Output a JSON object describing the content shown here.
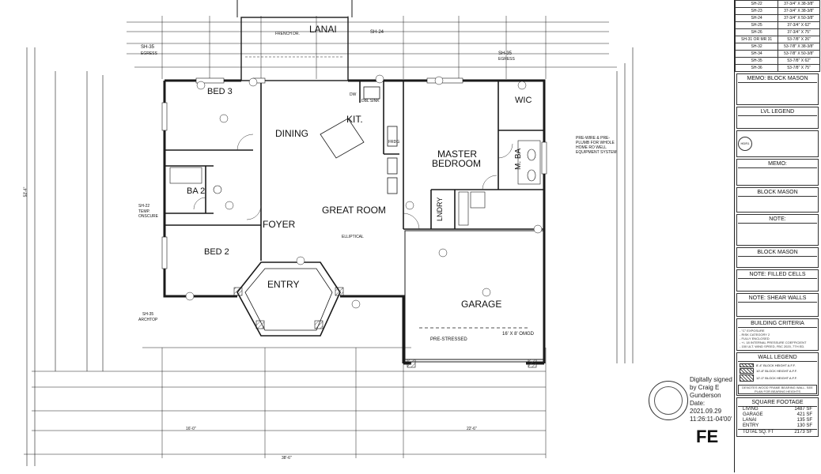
{
  "rooms": {
    "lanai": "LANAI",
    "bed3": "BED 3",
    "dining": "DINING",
    "kit": "KIT.",
    "master": "MASTER",
    "master2": "BEDROOM",
    "wic": "WIC",
    "mba": "M. BA",
    "ba2": "BA 2",
    "great": "GREAT ROOM",
    "foyer": "FOYER",
    "bed2": "BED 2",
    "entry": "ENTRY",
    "laundry": "LNDRY",
    "garage": "GARAGE"
  },
  "labels": {
    "french_dr": "FRENCH DR.",
    "sh24": "SH-24",
    "sh35a": "SH-35",
    "sh35b": "SH-35",
    "egress_a": "EGRESS",
    "egress_b": "EGRESS",
    "sh22": "SH-22",
    "temp_onscure": "TEMP. ONSCURE",
    "sh35c": "SH-35",
    "archtop": "ARCHTOP",
    "prestressed": "PRE-STRESSED",
    "omgd": "16' X 8' OMGD",
    "elliptical": "ELLIPTICAL",
    "prewire": "PRE-WIRE & PRE-PLUMB FOR WHOLE HOME RO WELL EQUIPMENT SYSTEM",
    "dw": "DW",
    "fridge": "FRDG",
    "dbl_sink": "DBL SINK"
  },
  "panel": {
    "schedule": [
      [
        "SH-22",
        "37-3/4\" X 38-3/8\""
      ],
      [
        "SH-23",
        "37-3/4\" X 38-3/8\""
      ],
      [
        "SH-24",
        "37-3/4\" X 50-3/8\""
      ],
      [
        "SH-25",
        "37-3/4\" X 62\""
      ],
      [
        "SH-26",
        "37-3/4\" X 75\""
      ],
      [
        "SH-31 OR MR 31",
        "53-7/8\" X 26\""
      ],
      [
        "SH-32",
        "53-7/8\" X 38-3/8\""
      ],
      [
        "SH-34",
        "53-7/8\" X 50-3/8\""
      ],
      [
        "SH-35",
        "53-7/8\" X 62\""
      ],
      [
        "SH-36",
        "53-7/8\" X 75\""
      ]
    ],
    "memo_block": "MEMO: BLOCK MASON",
    "lvl_legend": "LVL LEGEND",
    "hdr": "HDR1",
    "memo": "MEMO:",
    "block_mason": "BLOCK MASON",
    "note": "NOTE:",
    "block_mason2": "BLOCK MASON",
    "note_filled": "NOTE: FILLED CELLS",
    "note_shear": "NOTE: SHEAR WALLS",
    "building_criteria": "BUILDING CRITERIA",
    "criteria": [
      "\"C\" EXPOSURE",
      "RISK CATEGORY 2",
      "FULLY ENCLOSED",
      "+/- 18 INTERNAL PRESSURE COEFFICIENT",
      "150 ULT. WIND SPEED, FBC 2020, 7TH ED."
    ],
    "wall_legend": "WALL LEGEND",
    "walls": [
      "8'-4\" BLOCK HEIGHT A.F.F.",
      "10'-8\" BLOCK HEIGHT A.F.F.",
      "12'-0\" BLOCK HEIGHT A.F.F."
    ],
    "wood_note": "DENOTES WOOD FRAME BEARING WALL. SEE PLAN FOR BEARING HEIGHTS",
    "sqft_title": "SQUARE FOOTAGE",
    "sqft": [
      [
        "LIVING",
        "1487 SF"
      ],
      [
        "GARAGE",
        "421 SF"
      ],
      [
        "LANAI",
        "135 SF"
      ],
      [
        "ENTRY",
        "130 SF"
      ],
      [
        "TOTAL SQ. FT",
        "2173 SF"
      ]
    ]
  },
  "signature": {
    "line1": "Digitally signed",
    "line2": "by Craig E",
    "line3": "Gunderson",
    "line4": "Date:",
    "line5": "2021.09.29",
    "line6": "11:26:11-04'00'"
  },
  "logo": "FE",
  "dims": {
    "total_width": "38'-6\"",
    "left_width": "16'-0\"",
    "right_width": "22'-6\"",
    "depth": "53'-4\""
  },
  "colors": {
    "line": "#1a1a1a",
    "hatch": "#555555"
  }
}
